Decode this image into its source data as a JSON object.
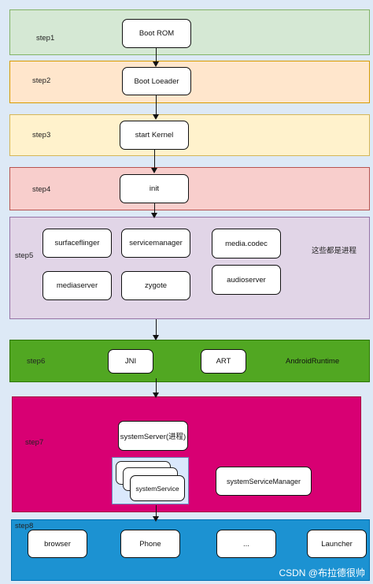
{
  "steps": [
    "step1",
    "step2",
    "step3",
    "step4",
    "step5",
    "step6",
    "step7",
    "step8"
  ],
  "colors": {
    "step1": "#d5e8d4",
    "step2": "#ffe6cc",
    "step3": "#fff2cc",
    "step4": "#f8cecc",
    "step5": "#e1d5e7",
    "step6": "#51a722",
    "step7": "#d80073",
    "step8": "#1c92d2",
    "background": "#dde9f6"
  },
  "nodes": {
    "boot_rom": "Boot ROM",
    "boot_loader": "Boot Loeader",
    "start_kernel": "start Kernel",
    "init": "init",
    "surfaceflinger": "surfaceflinger",
    "servicemanager": "servicemanager",
    "media_codec": "media.codec",
    "mediaserver": "mediaserver",
    "zygote": "zygote",
    "audioserver": "audioserver",
    "jni": "JNI",
    "art": "ART",
    "system_server": "systemServer(进程)",
    "system_service": "systemService",
    "system_service_manager": "systemServiceManager",
    "browser": "browser",
    "phone": "Phone",
    "ellipsis": "...",
    "launcher": "Launcher"
  },
  "notes": {
    "processes": "这些都是进程",
    "android_runtime": "AndroidRuntime"
  },
  "watermark": "CSDN @布拉德很帅"
}
